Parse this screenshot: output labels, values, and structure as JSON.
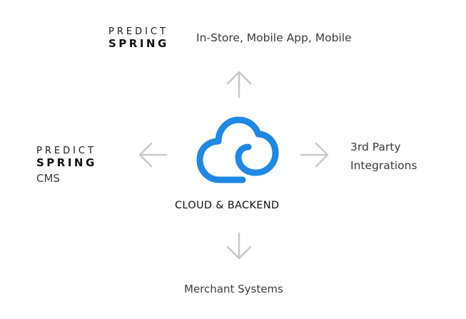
{
  "brand": {
    "line1": "PREDICT",
    "line2": "SPRING"
  },
  "nodes": {
    "top": {
      "description": "In-Store, Mobile App, Mobile"
    },
    "left": {
      "description": "CMS"
    },
    "right": {
      "line1": "3rd Party",
      "line2": "Integrations"
    },
    "bottom": {
      "description": "Merchant Systems"
    },
    "center": {
      "label": "CLOUD & BACKEND"
    }
  },
  "colors": {
    "cloud": "#1e88e5",
    "arrow": "#c9c9c9",
    "text": "#3a3a3a",
    "brand": "#111111"
  },
  "icons": {
    "center": "cloud-icon",
    "arrows": [
      "arrow-up-icon",
      "arrow-left-icon",
      "arrow-right-icon",
      "arrow-down-icon"
    ]
  }
}
